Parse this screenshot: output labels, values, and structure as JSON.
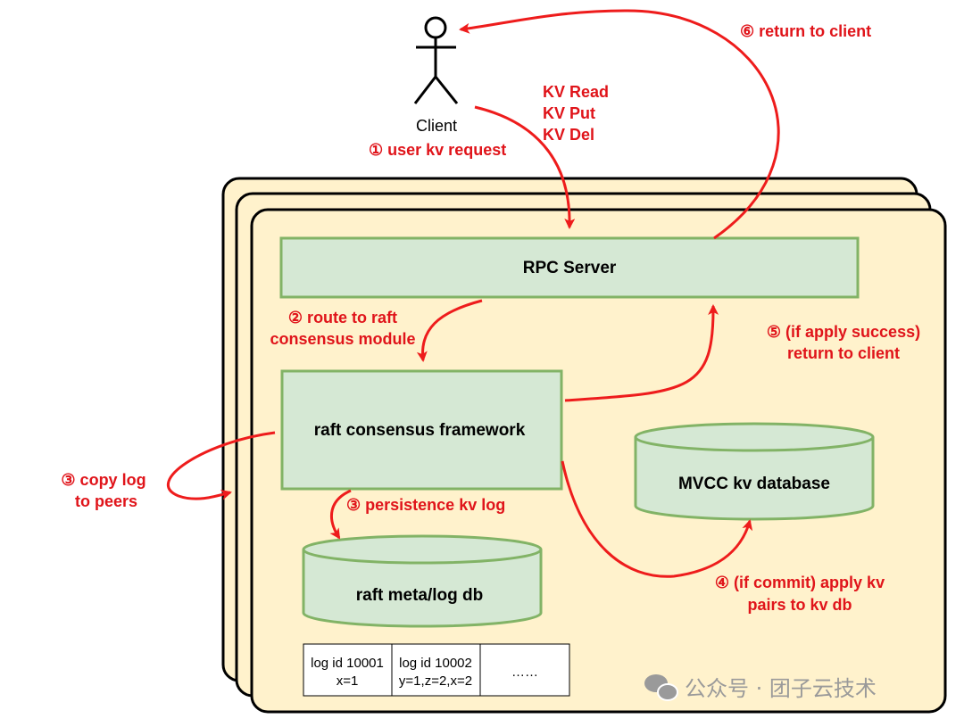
{
  "client": {
    "label": "Client"
  },
  "requests": [
    "KV Read",
    "KV Put",
    "KV Del"
  ],
  "steps": {
    "s1": "① user  kv request",
    "s2": [
      "② route to raft",
      "consensus module"
    ],
    "s3_copy": [
      "③ copy log",
      "to peers"
    ],
    "s3_persist": "③  persistence kv log",
    "s4": [
      "④  (if commit) apply kv",
      "pairs to kv db"
    ],
    "s5": [
      "⑤ (if apply success)",
      "return to client"
    ],
    "s6": "⑥ return to client"
  },
  "components": {
    "rpc_server": "RPC Server",
    "raft_framework": "raft consensus framework",
    "mvcc_db": "MVCC kv database",
    "raft_log_db": "raft meta/log db"
  },
  "log_table": [
    {
      "id": "log id 10001",
      "data": "x=1"
    },
    {
      "id": "log id 10002",
      "data": "y=1,z=2,x=2"
    },
    {
      "id": "",
      "data": "……"
    }
  ],
  "watermark": {
    "text": "公众号 · 团子云技术",
    "icon": "wechat-icon"
  },
  "colors": {
    "node_fill": "#fff2cc",
    "box_fill": "#d5e8d4",
    "box_stroke": "#82b366",
    "arrow": "#ee1c1c"
  }
}
